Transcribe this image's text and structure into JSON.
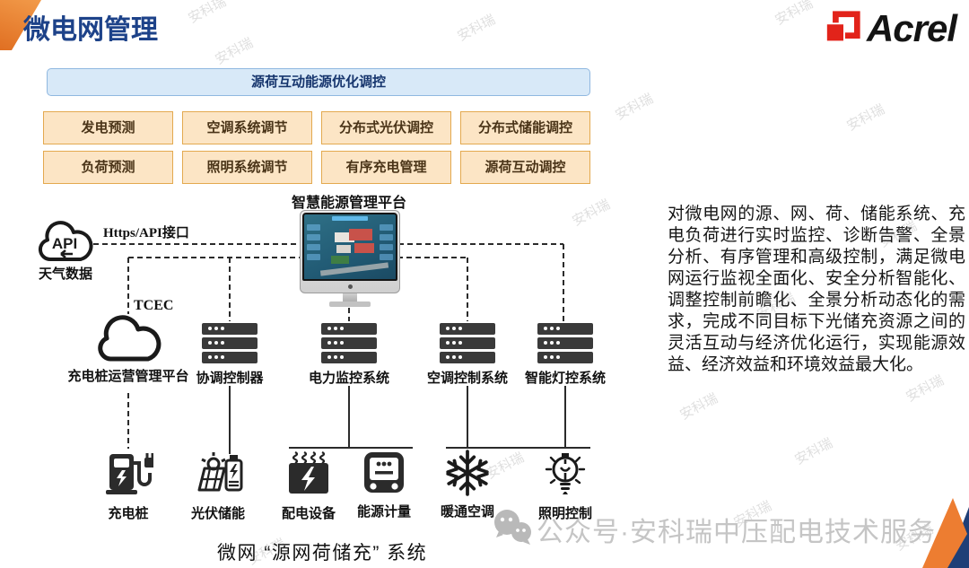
{
  "header": {
    "title": "微电网管理",
    "brand": "Acrel"
  },
  "banner": {
    "label": "源荷互动能源优化调控"
  },
  "function_boxes": [
    "发电预测",
    "空调系统调节",
    "分布式光伏调控",
    "分布式储能调控",
    "负荷预测",
    "照明系统调节",
    "有序充电管理",
    "源荷互动调控"
  ],
  "platform": {
    "label": "智慧能源管理平台"
  },
  "weather": {
    "cloud_text": "API",
    "label": "天气数据",
    "link_label": "Https/API接口"
  },
  "tcec": {
    "label": "TCEC"
  },
  "charging_platform": {
    "label": "充电桩运营管理平台"
  },
  "servers": [
    {
      "label": "协调控制器"
    },
    {
      "label": "电力监控系统"
    },
    {
      "label": "空调控制系统"
    },
    {
      "label": "智能灯控系统"
    }
  ],
  "devices": [
    {
      "label": "充电桩",
      "icon": "charging-pile-icon"
    },
    {
      "label": "光伏储能",
      "icon": "pv-storage-icon"
    },
    {
      "label": "配电设备",
      "icon": "transformer-icon"
    },
    {
      "label": "能源计量",
      "icon": "energy-meter-icon"
    },
    {
      "label": "暖通空调",
      "icon": "snowflake-icon"
    },
    {
      "label": "照明控制",
      "icon": "light-bulb-icon"
    }
  ],
  "caption": "微网 “源网荷储充” 系统",
  "description": "对微电网的源、网、荷、储能系统、充电负荷进行实时监控、诊断告警、全景分析、有序管理和高级控制，满足微电网运行监视全面化、安全分析智能化、调整控制前瞻化、全景分析动态化的需求，完成不同目标下光储充资源之间的灵活互动与经济优化运行，实现能源效益、经济效益和环境效益最大化。",
  "footer": {
    "wechat_label": "公众号·安科瑞中压配电技术服务"
  },
  "watermark": {
    "text": "安科瑞"
  },
  "colors": {
    "accent_orange": "#ED7D31",
    "brand_red": "#E2231A",
    "title_blue": "#1D4289",
    "box_fill": "#FCE5C5",
    "box_border": "#E3A94F",
    "banner_fill": "#D8E9F8",
    "banner_border": "#90B8E0",
    "corner_navy": "#1F3F77"
  }
}
